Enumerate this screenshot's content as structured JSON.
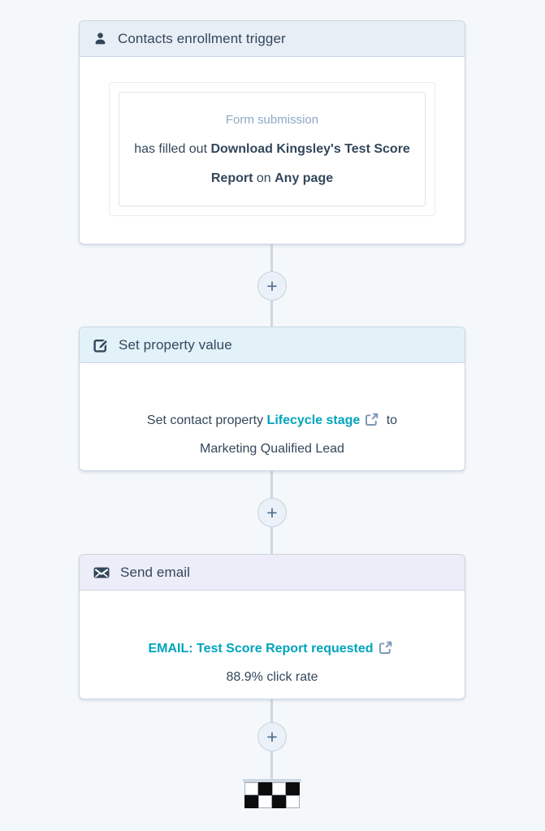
{
  "page": {
    "background": "#f5f8fa"
  },
  "colors": {
    "card_border": "#cbd6e2",
    "connector_line": "#ccd8e3",
    "header_text": "#33475b",
    "body_text": "#33475b",
    "muted_label": "#8da9c4",
    "link_teal": "#00a4bd",
    "external_icon_gray": "#7c98b6",
    "plus_button_bg": "#ebf1f8",
    "trigger_header_bg": "#e8eef6",
    "set_property_header_bg": "#e3f1f9",
    "send_email_header_bg": "#ecedf8"
  },
  "workflow": {
    "plus_glyph": "+",
    "end_marker": "checkered-flag",
    "cards": [
      {
        "title": "Contacts enrollment trigger",
        "icon": "user-icon",
        "header_bg": "#e8eef6",
        "criteria": {
          "label": "Form submission",
          "segments": {
            "s0": "has filled out ",
            "s1": "Download Kingsley's Test Score Report",
            "s2": " on ",
            "s3": "Any page"
          }
        }
      },
      {
        "title": "Set property value",
        "icon": "edit-icon",
        "header_bg": "#e3f1f9",
        "action": {
          "prefix": "Set contact property ",
          "property_link": "Lifecycle stage",
          "suffix": " to",
          "value": "Marketing Qualified Lead"
        }
      },
      {
        "title": "Send email",
        "icon": "email-icon",
        "header_bg": "#ecedf8",
        "email": {
          "link": "EMAIL: Test Score Report requested",
          "stat": "88.9% click rate"
        }
      }
    ]
  }
}
